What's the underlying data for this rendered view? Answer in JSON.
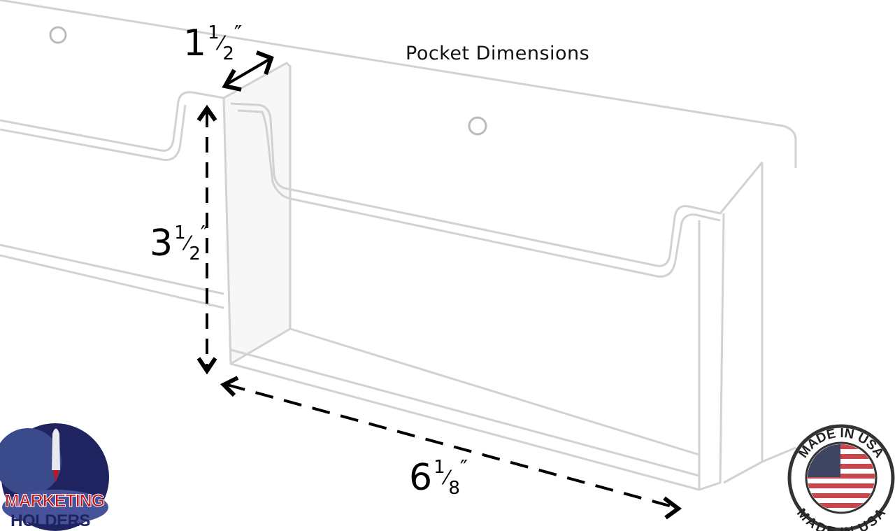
{
  "title": "Pocket Dimensions",
  "dimensions": {
    "depth": {
      "whole": "1",
      "numerator": "1",
      "denominator": "2",
      "unit": "″"
    },
    "height": {
      "whole": "3",
      "numerator": "1",
      "denominator": "2",
      "unit": "″"
    },
    "width": {
      "whole": "6",
      "numerator": "1",
      "denominator": "8",
      "unit": "″"
    }
  },
  "logos": {
    "brand": {
      "line1": "MARKETING",
      "line2": "HOLDERS",
      "colors": {
        "red": "#c4161c",
        "navy": "#1f2460"
      }
    },
    "badge": {
      "top_text": "MADE IN USA",
      "bottom_text": "MADE IN USA"
    }
  },
  "colors": {
    "acrylic_edge": "#d4d4d4",
    "arrow": "#000000"
  }
}
